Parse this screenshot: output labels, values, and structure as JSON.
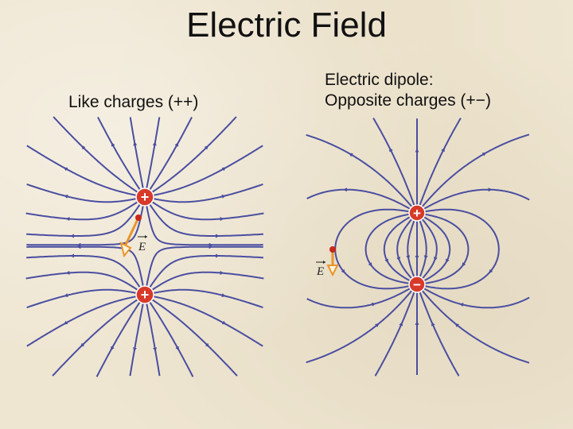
{
  "slide": {
    "title": "Electric Field"
  },
  "left_panel": {
    "caption": "Like charges (++)",
    "charges": [
      {
        "sign": "+",
        "glyph": "+"
      },
      {
        "sign": "+",
        "glyph": "+"
      }
    ],
    "vector_label": "E",
    "field_line_color": "#4a4ea0",
    "vector_color": "#e8952c"
  },
  "right_panel": {
    "caption_line1": "Electric dipole:",
    "caption_line2": "Opposite charges (+−)",
    "charges": [
      {
        "sign": "+",
        "glyph": "+"
      },
      {
        "sign": "-",
        "glyph": "−"
      }
    ],
    "vector_label": "E",
    "field_line_color": "#4a4ea0",
    "vector_color": "#e8952c"
  },
  "colors": {
    "background": "#efe6d2",
    "charge_fill": "#d83a2a",
    "test_point": "#c8281a"
  }
}
